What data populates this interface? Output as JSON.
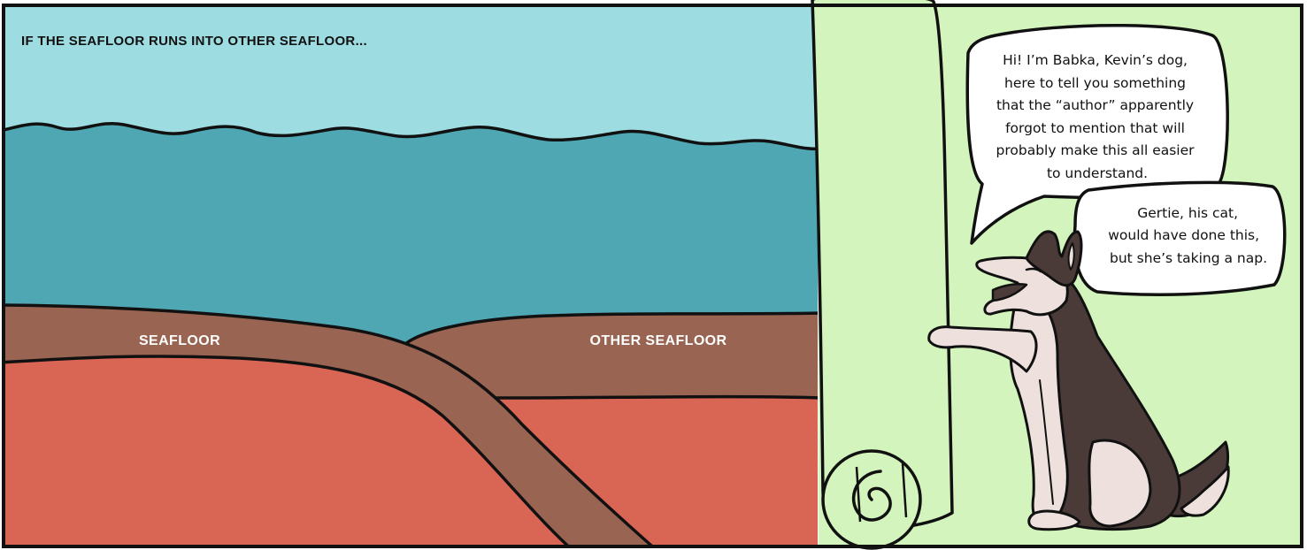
{
  "comic": {
    "caption": "IF THE SEAFLOOR RUNS INTO OTHER SEAFLOOR...",
    "labels": {
      "seafloor": "SEAFLOOR",
      "other_seafloor": "OTHER SEAFLOOR"
    },
    "speech_bubble_1": {
      "lines": [
        "Hi! I’m Babka, Kevin’s dog,",
        "here to tell you something",
        "that the “author” apparently",
        "forgot to mention that will",
        "probably make this all easier",
        "to understand."
      ]
    },
    "speech_bubble_2": {
      "lines": [
        "Gertie, his cat,",
        "would have done this,",
        "but she’s taking a nap."
      ]
    }
  },
  "colors": {
    "sky": "#9ddce0",
    "ocean": "#4fa7b3",
    "seafloor": "#9a6452",
    "mantle": "#d96655",
    "scroll_paper": "#d3f5bd",
    "outline": "#111111",
    "dog_dark": "#4a3b39",
    "dog_light": "#eee1dd"
  },
  "icons": [
    "paper-scroll-icon",
    "husky-dog-icon"
  ]
}
